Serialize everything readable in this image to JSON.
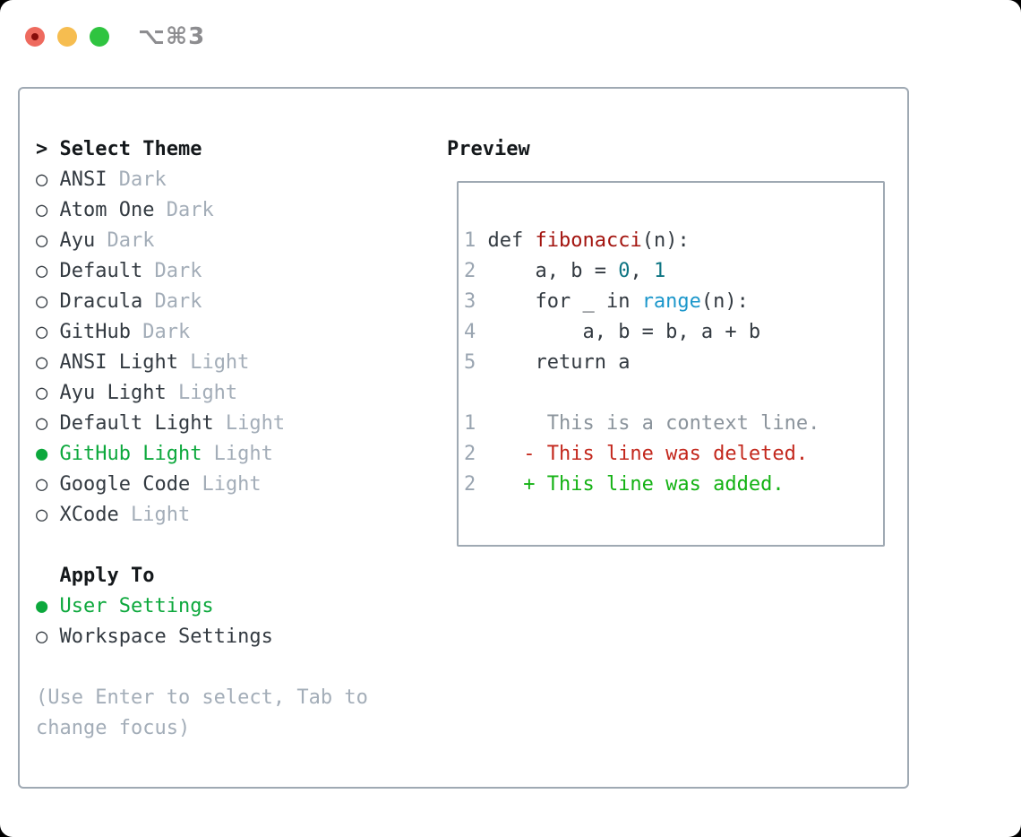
{
  "window": {
    "title": "⌥⌘3"
  },
  "glyphs": {
    "prompt": ">",
    "radio_selected": "●",
    "radio_unselected": "○"
  },
  "theme_picker": {
    "title": "Select Theme",
    "items": [
      {
        "name": "ANSI",
        "tag": "Dark",
        "selected": false
      },
      {
        "name": "Atom One",
        "tag": "Dark",
        "selected": false
      },
      {
        "name": "Ayu",
        "tag": "Dark",
        "selected": false
      },
      {
        "name": "Default",
        "tag": "Dark",
        "selected": false
      },
      {
        "name": "Dracula",
        "tag": "Dark",
        "selected": false
      },
      {
        "name": "GitHub",
        "tag": "Dark",
        "selected": false
      },
      {
        "name": "ANSI Light",
        "tag": "Light",
        "selected": false
      },
      {
        "name": "Ayu Light",
        "tag": "Light",
        "selected": false
      },
      {
        "name": "Default Light",
        "tag": "Light",
        "selected": false
      },
      {
        "name": "GitHub Light",
        "tag": "Light",
        "selected": true
      },
      {
        "name": "Google Code",
        "tag": "Light",
        "selected": false
      },
      {
        "name": "XCode",
        "tag": "Light",
        "selected": false
      }
    ],
    "apply_to": {
      "title": "Apply To",
      "options": [
        {
          "name": "User Settings",
          "selected": true
        },
        {
          "name": "Workspace Settings",
          "selected": false
        }
      ]
    },
    "hint_lines": [
      "(Use Enter to select, Tab to",
      "change focus)"
    ]
  },
  "preview": {
    "title": "Preview",
    "code_lines": [
      {
        "num": "1",
        "tokens": [
          {
            "text": " def ",
            "color": "ink"
          },
          {
            "text": "fibonacci",
            "color": "function_red"
          },
          {
            "text": "(n):",
            "color": "ink"
          }
        ]
      },
      {
        "num": "2",
        "tokens": [
          {
            "text": "     a, b = ",
            "color": "ink"
          },
          {
            "text": "0",
            "color": "number_teal"
          },
          {
            "text": ", ",
            "color": "ink"
          },
          {
            "text": "1",
            "color": "number_teal"
          }
        ]
      },
      {
        "num": "3",
        "tokens": [
          {
            "text": "     for _ in ",
            "color": "ink"
          },
          {
            "text": "range",
            "color": "builtin_blue"
          },
          {
            "text": "(n):",
            "color": "ink"
          }
        ]
      },
      {
        "num": "4",
        "tokens": [
          {
            "text": "         a, b = b, a + b",
            "color": "ink"
          }
        ]
      },
      {
        "num": "5",
        "tokens": [
          {
            "text": "     return a",
            "color": "ink"
          }
        ]
      },
      {
        "num": "",
        "tokens": []
      },
      {
        "num": "1",
        "tokens": [
          {
            "text": "      This is a context line.",
            "color": "context_gray"
          }
        ]
      },
      {
        "num": "2",
        "tokens": [
          {
            "text": "    - This line was deleted.",
            "color": "deleted_red"
          }
        ]
      },
      {
        "num": "2",
        "tokens": [
          {
            "text": "    + This line was added.",
            "color": "added_green"
          }
        ]
      }
    ]
  },
  "colors": {
    "accent_green": "#0CA83C",
    "added_green": "#13B213",
    "deleted_red": "#C3271C",
    "function_red": "#A3140F",
    "number_teal": "#0E7583",
    "builtin_blue": "#1C97CB",
    "ink": "#333A41",
    "header_ink": "#14181B",
    "muted": "#A3ADB8",
    "line_number": "#9AA5B1",
    "context_gray": "#8B949C",
    "border": "#9FA9B3",
    "titlebar_title": "#8D8D90",
    "traffic_red": "#EE6A5E",
    "traffic_red_dot": "#870D0A",
    "traffic_yellow": "#F6BD50",
    "traffic_green": "#2FC440",
    "window_bg": "#FFFFFF",
    "page_bg": "#000000"
  }
}
